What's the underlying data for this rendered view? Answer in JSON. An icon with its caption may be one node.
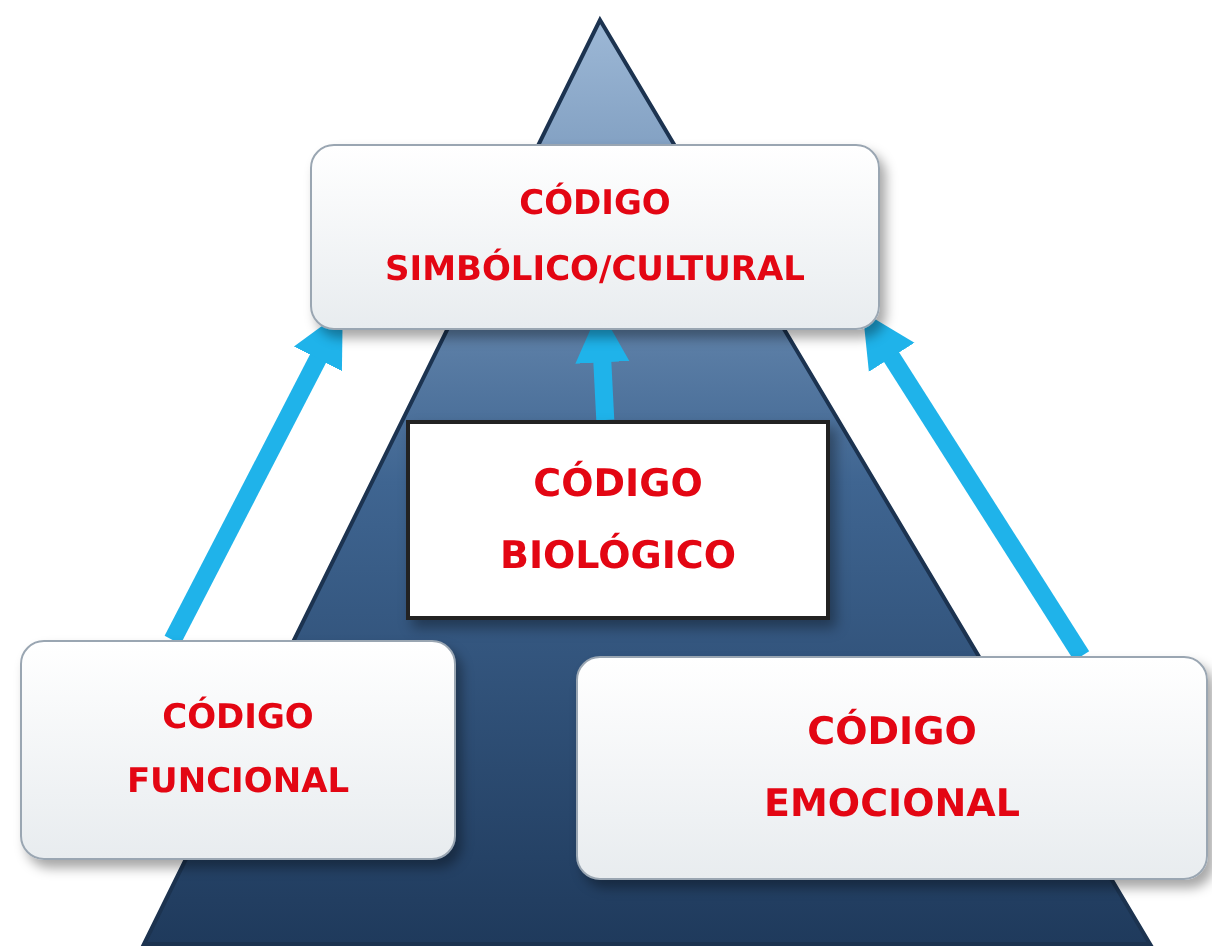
{
  "diagram": {
    "nodes": [
      {
        "text": [
          "CÓDIGO SIMBÓLICO/CULTURAL"
        ]
      },
      {
        "text": [
          "CÓDIGO BIOLÓGICO"
        ]
      },
      {
        "text": [
          "CÓDIGO FUNCIONAL"
        ]
      },
      {
        "text": [
          "CÓDIGO EMOCIONAL"
        ]
      }
    ],
    "edges": [
      {
        "from": 2,
        "to": 0,
        "arrow": "to"
      },
      {
        "from": 1,
        "to": 0,
        "arrow": "to"
      },
      {
        "from": 3,
        "to": 0,
        "arrow": "to"
      }
    ]
  }
}
